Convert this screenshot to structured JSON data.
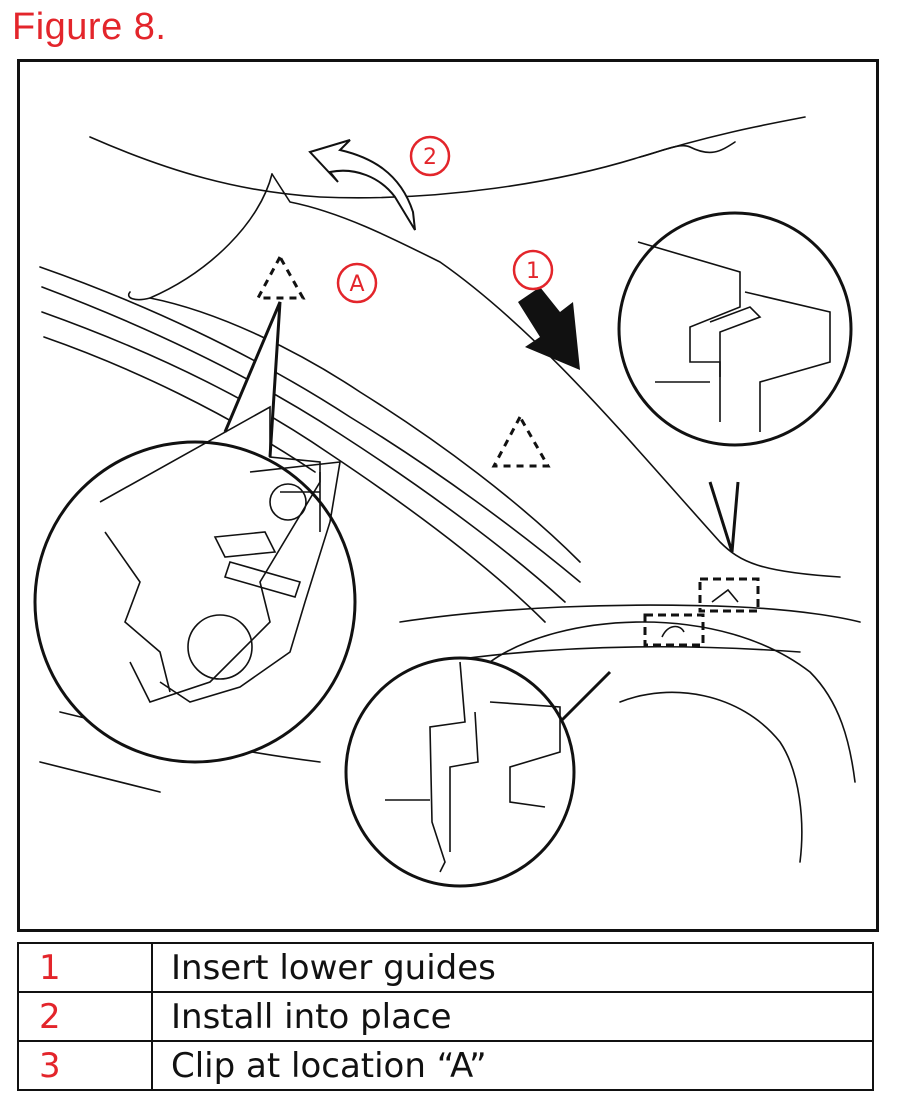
{
  "figure_title": "Figure 8.",
  "callouts": {
    "one": "1",
    "two": "2",
    "a": "A"
  },
  "legend": [
    {
      "num": "1",
      "text": "Insert lower guides"
    },
    {
      "num": "2",
      "text": "Install into place"
    },
    {
      "num": "3",
      "text": "Clip at location “A”"
    }
  ],
  "colors": {
    "accent": "#e3252b",
    "line": "#111111"
  }
}
